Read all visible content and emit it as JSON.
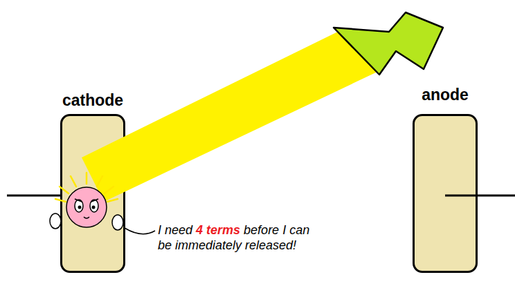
{
  "diagram": {
    "nodes": [
      {
        "text": [
          "cathode"
        ]
      },
      {
        "text": [
          "anode"
        ]
      }
    ],
    "labels": [
      "I need",
      "4 terms",
      "before I can be immediately released!"
    ]
  }
}
